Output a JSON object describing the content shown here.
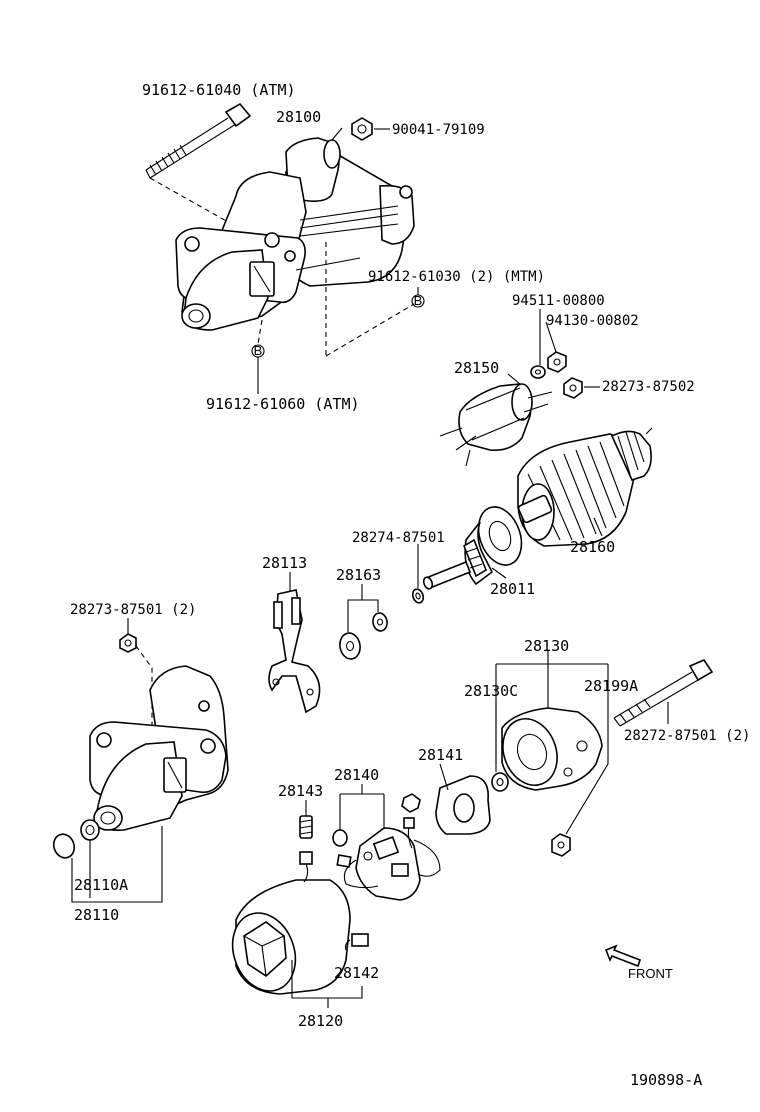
{
  "labels": {
    "bolt_atm_top": "91612-61040 (ATM)",
    "starter_assy": "28100",
    "nut_top": "90041-79109",
    "bolt_mtm": "91612-61030 (2) (MTM)",
    "washer_94511": "94511-00800",
    "nut_94130": "94130-00802",
    "solenoid": "28150",
    "nut_28273_87502": "28273-87502",
    "bolt_atm_bottom": "91612-61060 (ATM)",
    "armature": "28160",
    "washer_28274": "28274-87501",
    "clutch_pinion": "28011",
    "lever": "28113",
    "washer_set": "28163",
    "nut_28273_87501": "28273-87501 (2)",
    "end_frame_assy": "28130",
    "bushing_c": "28130C",
    "kit_199a": "28199A",
    "through_bolt": "28272-87501 (2)",
    "cover_plate": "28141",
    "brush_holder": "28140",
    "spring": "28143",
    "housing_a": "28110A",
    "housing": "28110",
    "brush": "28142",
    "yoke": "28120",
    "front": "FRONT",
    "diagram_id": "190898-A"
  },
  "markers": {
    "b": "B"
  }
}
